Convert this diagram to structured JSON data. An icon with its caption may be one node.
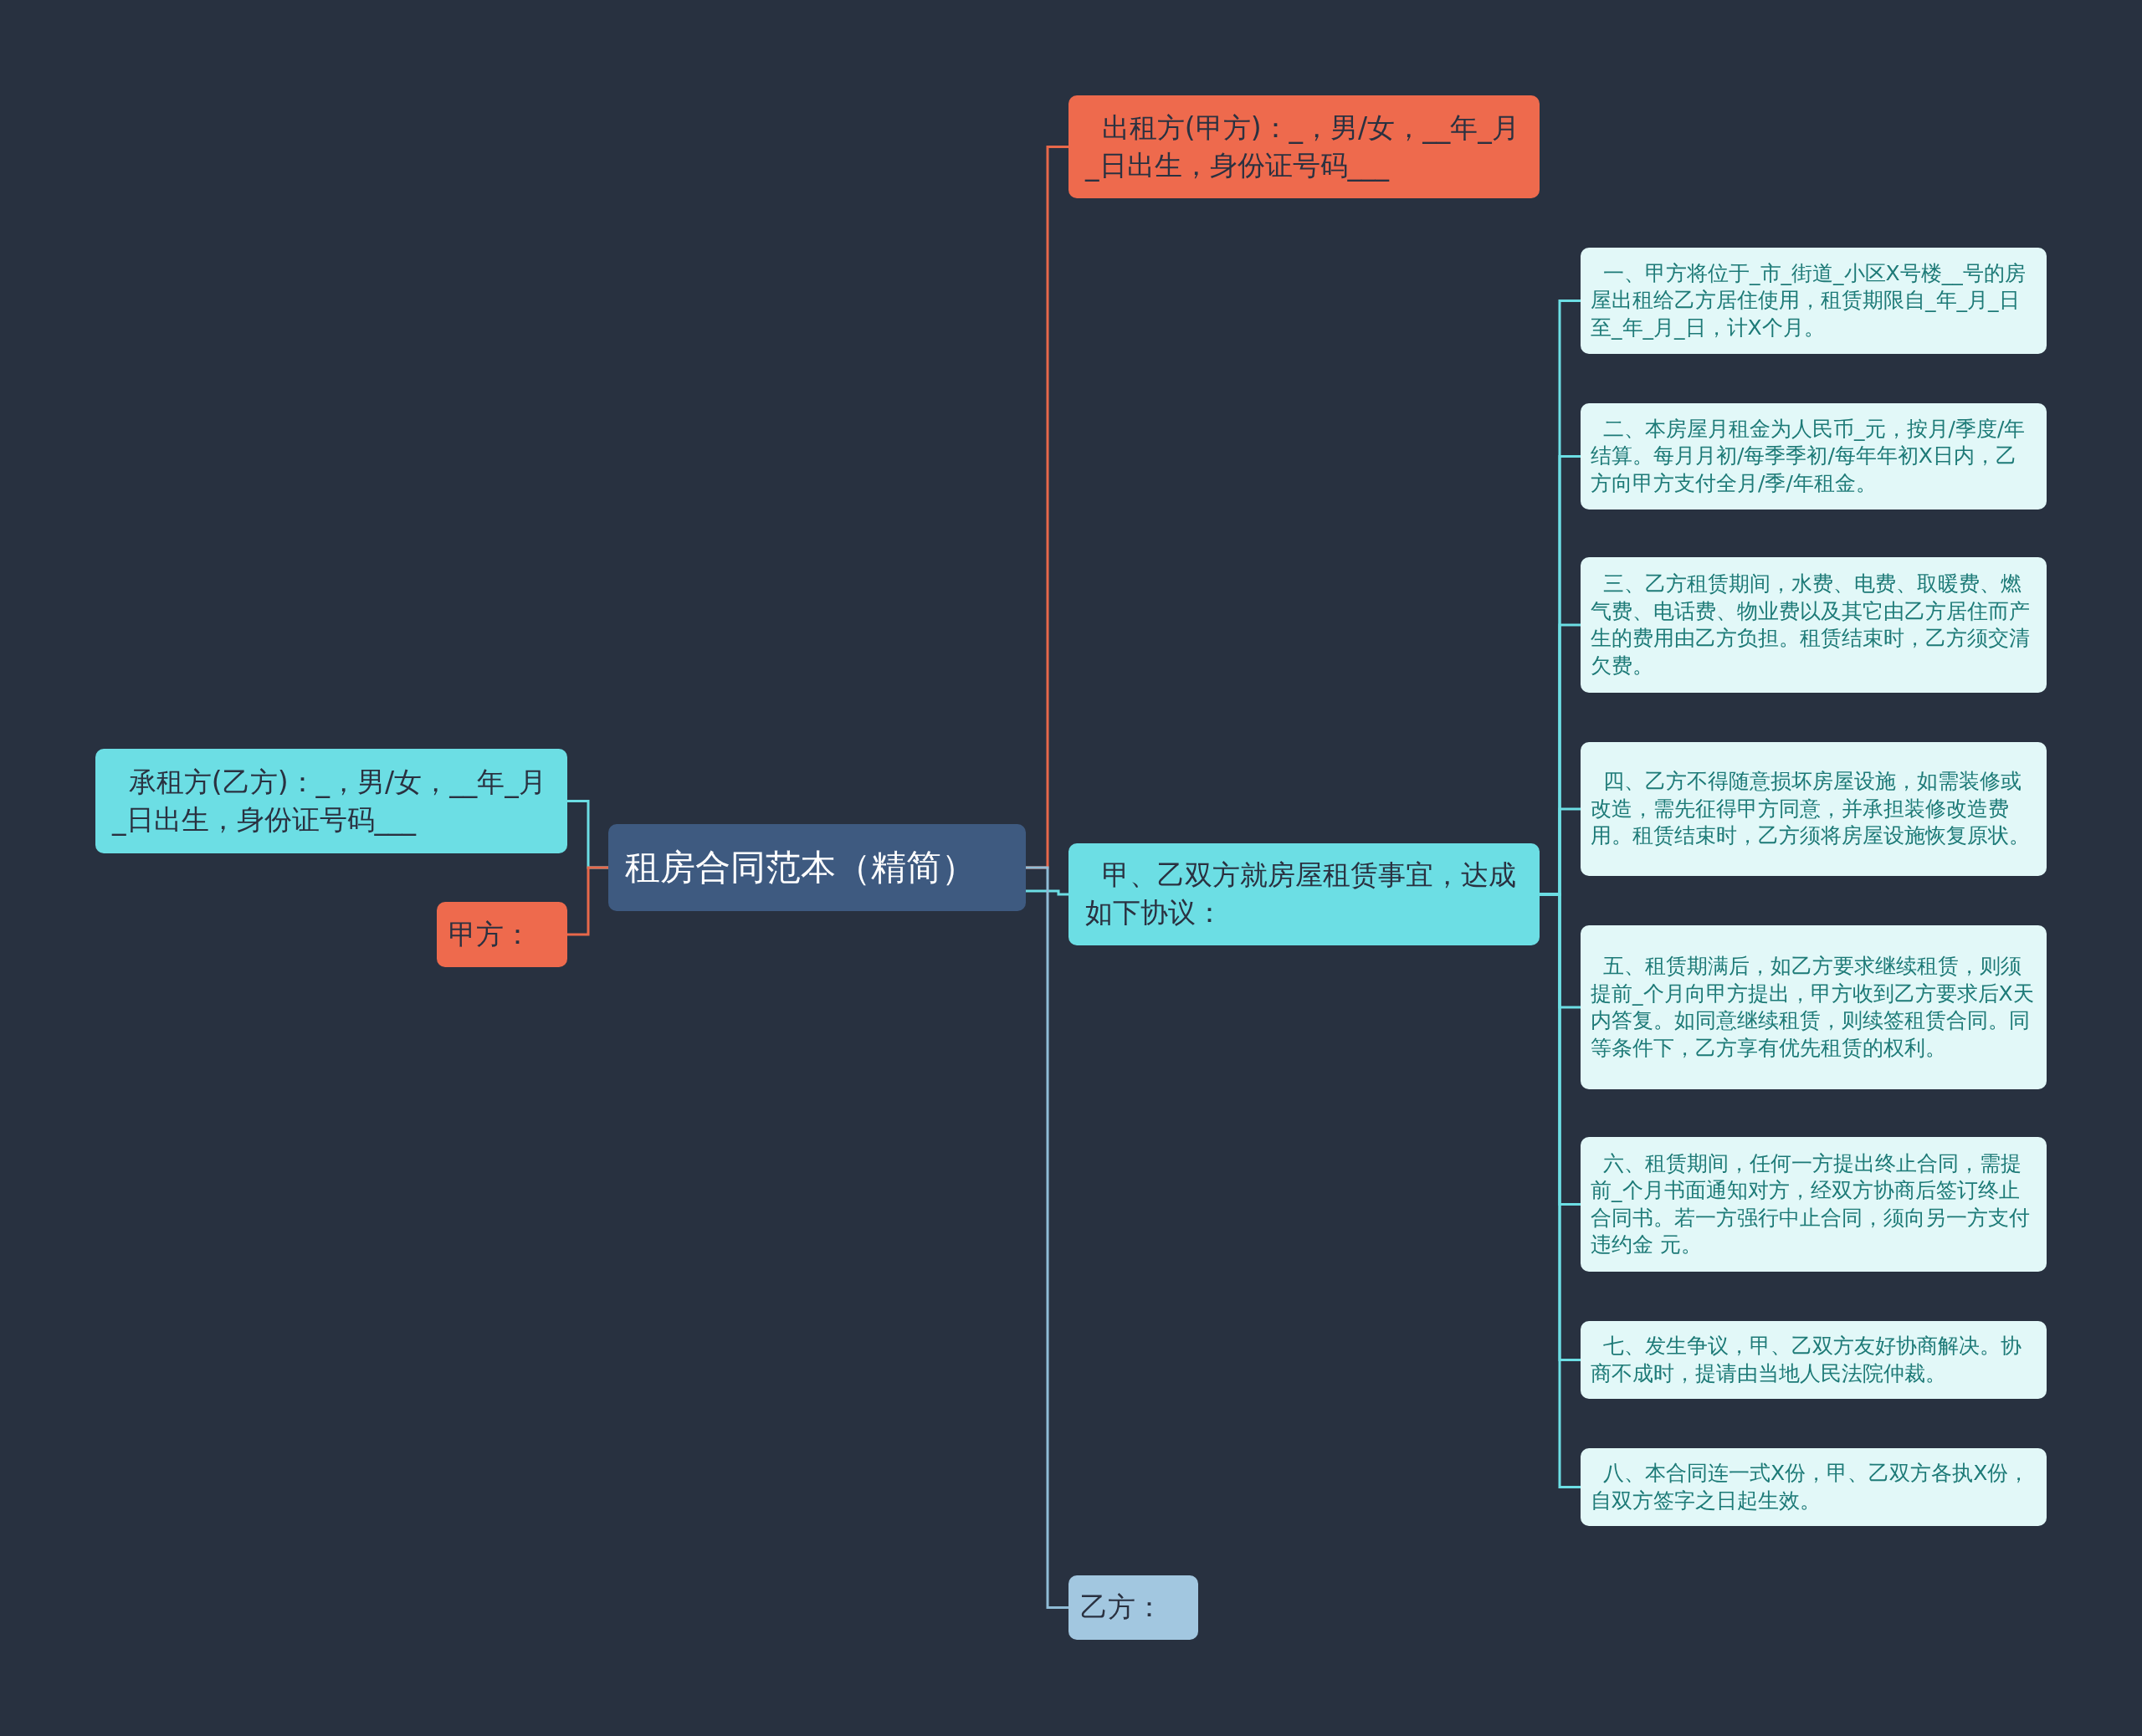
{
  "diagram": {
    "nodes": [
      {
        "text": [
          "租房合同范本（精简）"
        ]
      },
      {
        "text": [
          "出租方(甲方)：_，男/女，__年_月_日出生，身份证号码___"
        ]
      },
      {
        "text": [
          "甲、乙双方就房屋租赁事宜，达成如下协议："
        ]
      },
      {
        "text": [
          "一、甲方将位于_市_街道_小区X号楼__号的房屋出租给乙方居住使用，租赁期限自_年_月_日至_年_月_日，计X个月。"
        ]
      },
      {
        "text": [
          "二、本房屋月租金为人民币_元，按月/季度/年结算。每月月初/每季季初/每年年初X日内，乙方向甲方支付全月/季/年租金。"
        ]
      },
      {
        "text": [
          "三、乙方租赁期间，水费、电费、取暖费、燃气费、电话费、物业费以及其它由乙方居住而产生的费用由乙方负担。租赁结束时，乙方须交清欠费。"
        ]
      },
      {
        "text": [
          "四、乙方不得随意损坏房屋设施，如需装修或改造，需先征得甲方同意，并承担装修改造费用。租赁结束时，乙方须将房屋设施恢复原状。"
        ]
      },
      {
        "text": [
          "五、租赁期满后，如乙方要求继续租赁，则须提前_个月向甲方提出，甲方收到乙方要求后X天内答复。如同意继续租赁，则续签租赁合同。同等条件下，乙方享有优先租赁的权利。"
        ]
      },
      {
        "text": [
          "六、租赁期间，任何一方提出终止合同，需提前_个月书面通知对方，经双方协商后签订终止合同书。若一方强行中止合同，须向另一方支付违约金 元。"
        ]
      },
      {
        "text": [
          "七、发生争议，甲、乙双方友好协商解决。协商不成时，提请由当地人民法院仲裁。"
        ]
      },
      {
        "text": [
          "八、本合同连一式X份，甲、乙双方各执X份，自双方签字之日起生效。"
        ]
      },
      {
        "text": [
          "乙方："
        ]
      },
      {
        "text": [
          "承租方(乙方)：_，男/女，__年_月_日出生，身份证号码___"
        ]
      },
      {
        "text": [
          "甲方："
        ]
      }
    ],
    "edges": [
      {
        "from": 0,
        "to": 1,
        "arrow": "none",
        "color": "#e8684a"
      },
      {
        "from": 0,
        "to": 2,
        "arrow": "none"
      },
      {
        "from": 2,
        "to": 3,
        "arrow": "none"
      },
      {
        "from": 2,
        "to": 4,
        "arrow": "none"
      },
      {
        "from": 2,
        "to": 5,
        "arrow": "none"
      },
      {
        "from": 2,
        "to": 6,
        "arrow": "none"
      },
      {
        "from": 2,
        "to": 7,
        "arrow": "none"
      },
      {
        "from": 2,
        "to": 8,
        "arrow": "none"
      },
      {
        "from": 2,
        "to": 9,
        "arrow": "none"
      },
      {
        "from": 2,
        "to": 10,
        "arrow": "none"
      },
      {
        "from": 0,
        "to": 11,
        "arrow": "none",
        "color": "#8fbcd6"
      },
      {
        "from": 0,
        "to": 12,
        "arrow": "none"
      },
      {
        "from": 0,
        "to": 13,
        "arrow": "none",
        "color": "#e8684a"
      }
    ]
  }
}
